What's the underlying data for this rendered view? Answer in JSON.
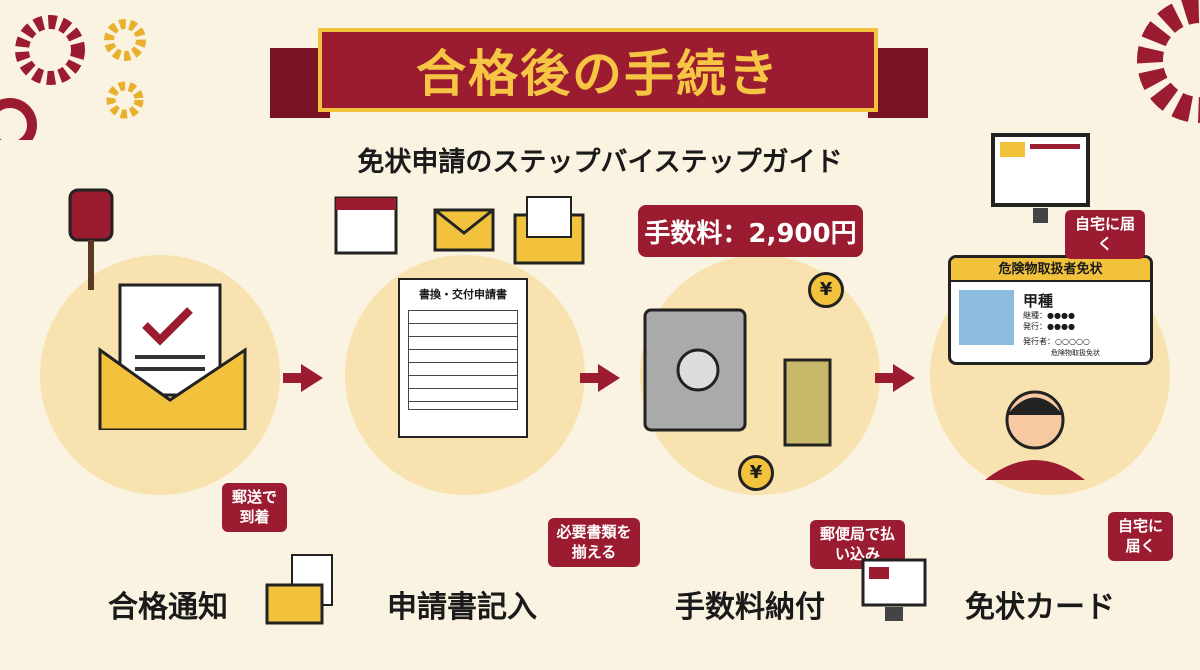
{
  "title": "合格後の手続き",
  "subtitle": "免状申請のステップバイステップガイド",
  "steps": [
    {
      "label": "合格通知",
      "callout": "郵送で到着"
    },
    {
      "label": "申請書記入",
      "callout": "必要書類を揃える",
      "form_title": "書換・交付申請書"
    },
    {
      "label": "手数料納付",
      "callout": "郵便局で払い込み",
      "fee": "手数料：2,900円",
      "yen": "¥"
    },
    {
      "label": "免状カード",
      "callout": "自宅に届く",
      "callout_top": "自宅に届く"
    }
  ],
  "card": {
    "header": "危険物取扱者免状",
    "class": "甲種",
    "field1": "継種：●●●●",
    "field2": "発行：●●●●",
    "issuer": "発行者：○○○○○",
    "issuer2": "危険物取扱免状"
  },
  "colors": {
    "maroon": "#9b1b30",
    "yellow": "#f2c23c",
    "background": "#fbf3e1"
  }
}
